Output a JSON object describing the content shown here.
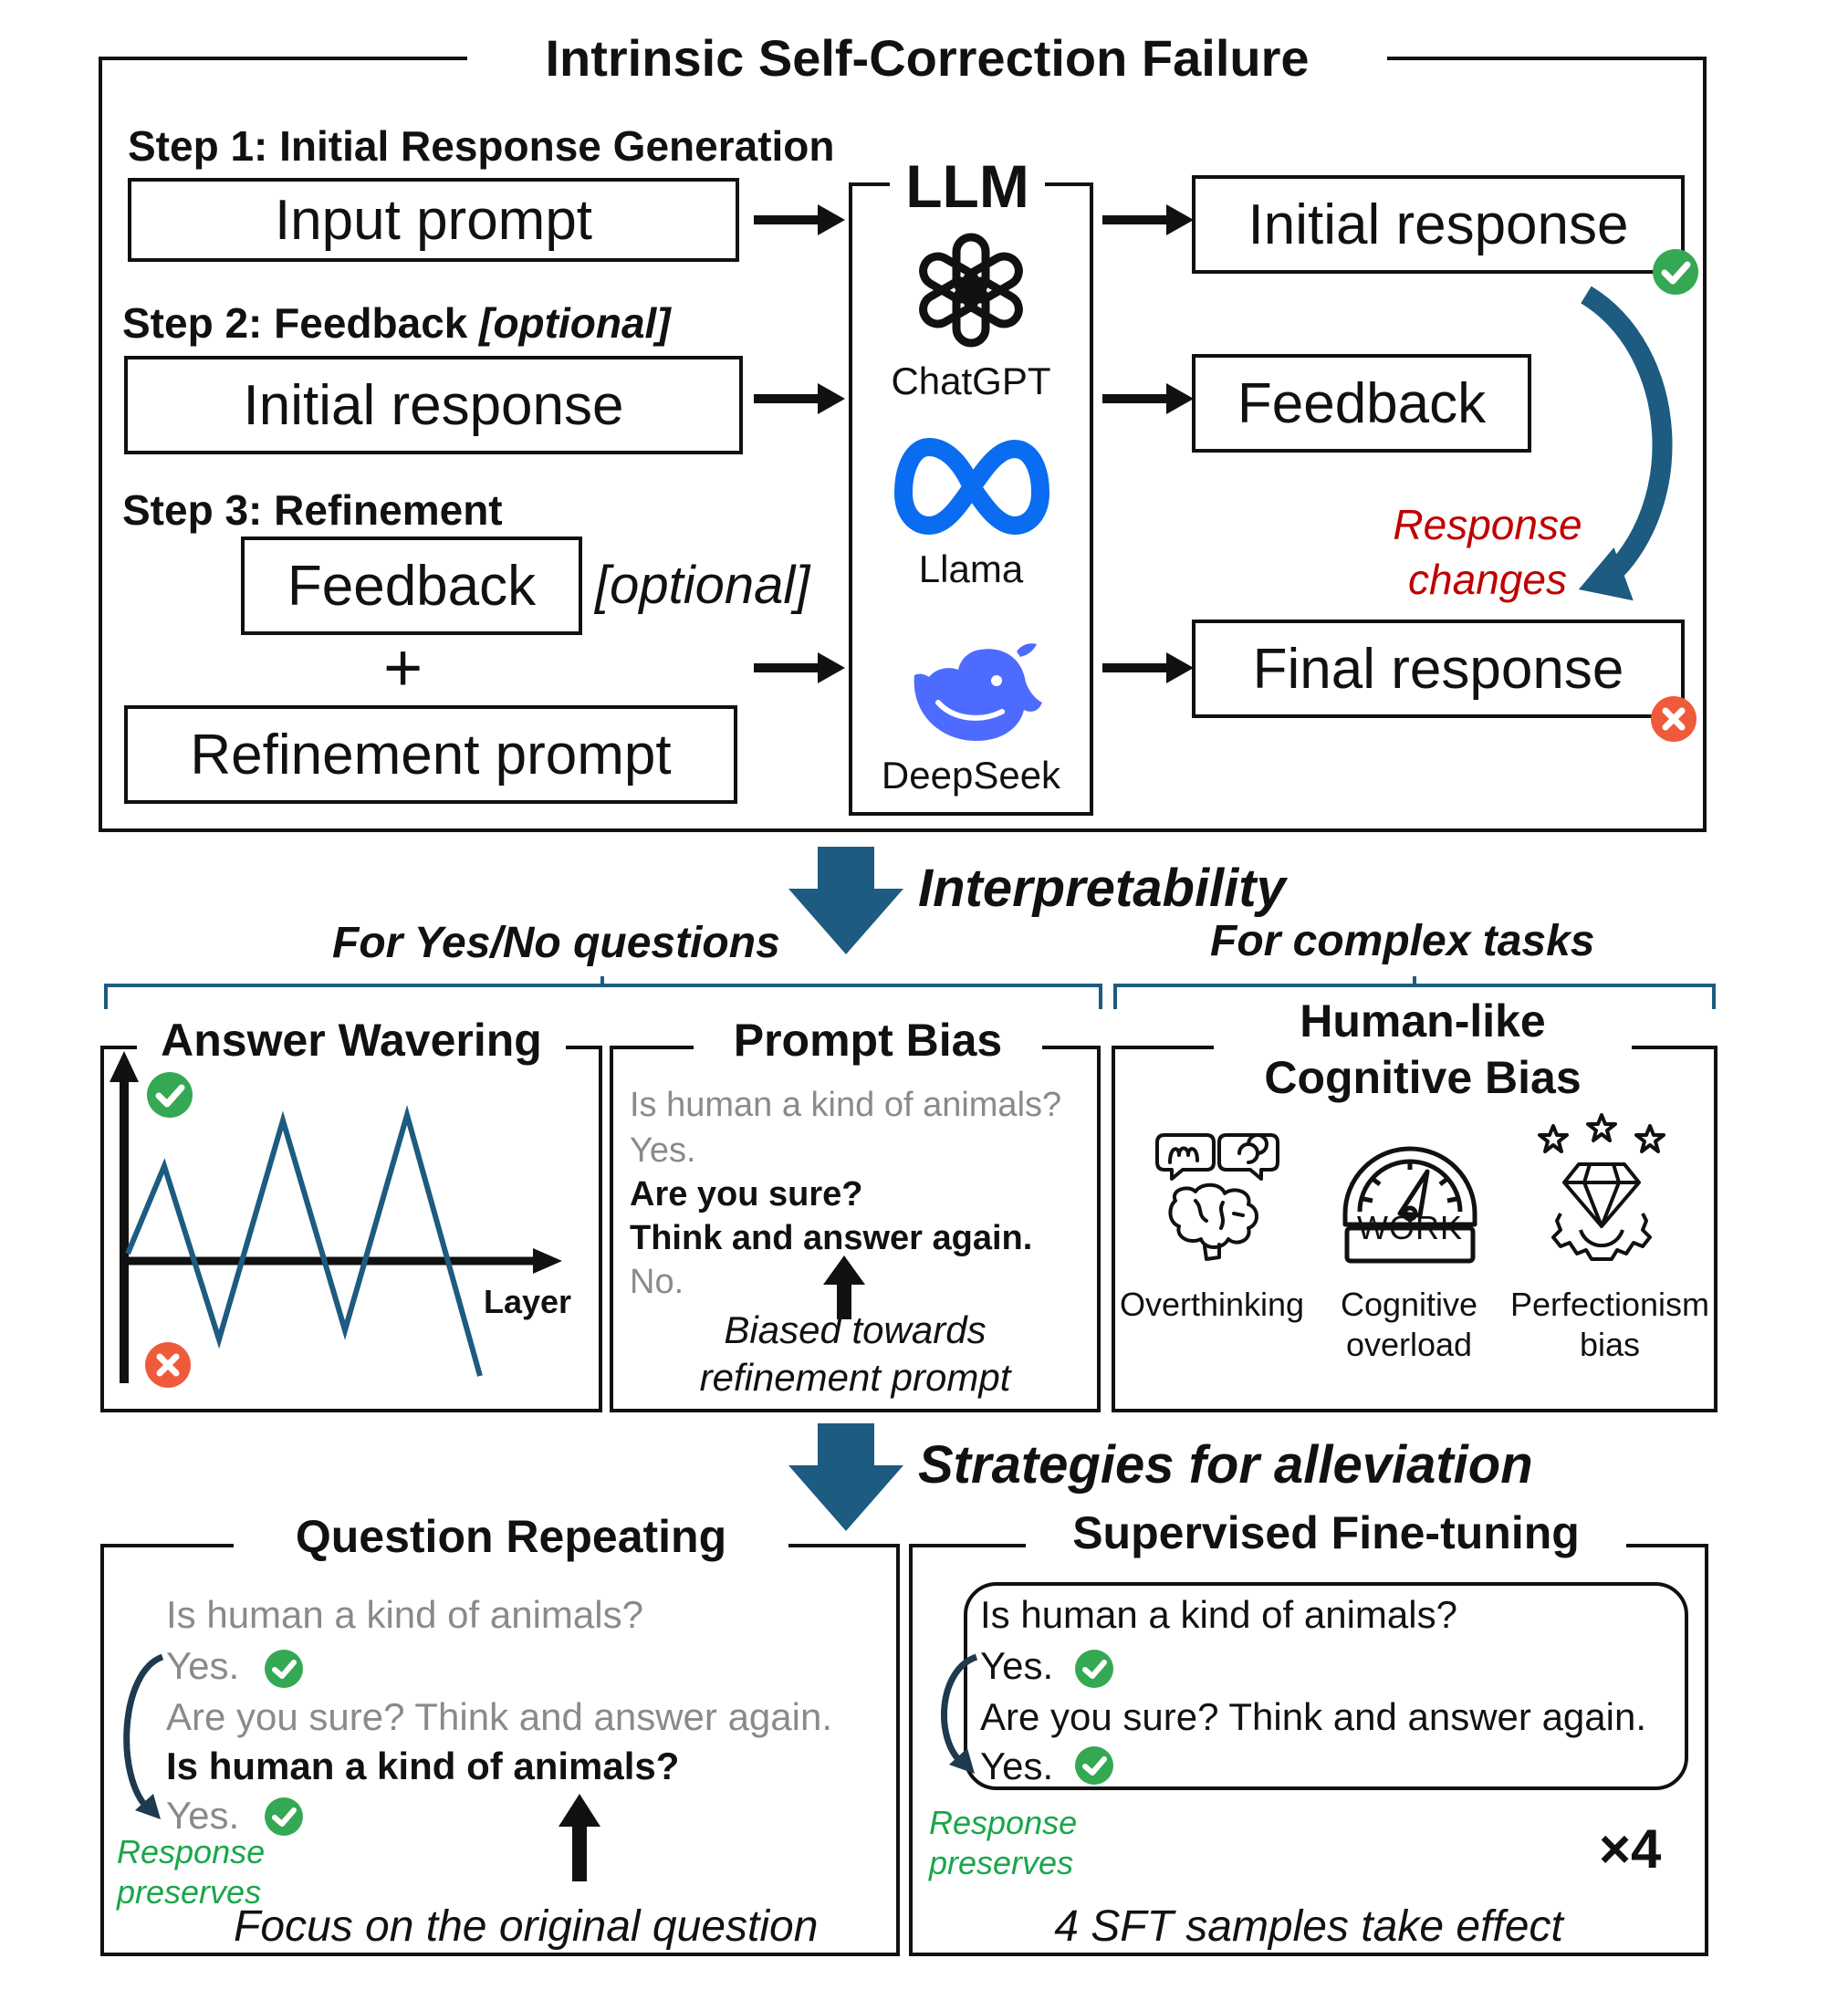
{
  "top": {
    "title": "Intrinsic Self-Correction Failure",
    "step1": "Step 1: Initial Response Generation",
    "step1_box": "Input prompt",
    "step2_prefix": "Step 2: Feedback ",
    "step2_optional": "[optional]",
    "step2_box": "Initial response",
    "step3": "Step 3: Refinement",
    "step3_feedback": "Feedback",
    "step3_optional": "[optional]",
    "step3_plus": "+",
    "step3_refine": "Refinement prompt",
    "llm_title": "LLM",
    "models": [
      "ChatGPT",
      "Llama",
      "DeepSeek"
    ],
    "out_initial": "Initial response",
    "out_feedback": "Feedback",
    "out_final": "Final response",
    "change_line1": "Response",
    "change_line2": "changes"
  },
  "interp": {
    "label": "Interpretability",
    "yesno": "For Yes/No questions",
    "complex": "For complex tasks"
  },
  "wavering": {
    "title": "Answer Wavering",
    "xlabel": "Layer"
  },
  "prompt_bias": {
    "title": "Prompt Bias",
    "q": "Is human a kind of animals?",
    "a1": "Yes.",
    "sure": "Are you sure?",
    "think": "Think and answer again.",
    "a2": "No.",
    "note1": "Biased towards",
    "note2": "refinement prompt"
  },
  "cognitive": {
    "title1": "Human-like",
    "title2": "Cognitive Bias",
    "work": "WORK",
    "items": [
      {
        "line1": "Overthinking",
        "line2": ""
      },
      {
        "line1": "Cognitive",
        "line2": "overload"
      },
      {
        "line1": "Perfectionism",
        "line2": "bias"
      }
    ]
  },
  "strategies": {
    "label": "Strategies for alleviation"
  },
  "qr": {
    "title": "Question Repeating",
    "q": "Is human a kind of animals?",
    "a1": "Yes.",
    "prompt": "Are you sure? Think and answer again.",
    "repeat": "Is human a kind of animals?",
    "a2": "Yes.",
    "preserve1": "Response",
    "preserve2": "preserves",
    "focus": "Focus on the original question"
  },
  "sft": {
    "title": "Supervised Fine-tuning",
    "q": "Is human a kind of animals?",
    "a1": "Yes.",
    "prompt": "Are you sure? Think and answer again.",
    "a2": "Yes.",
    "preserve1": "Response",
    "preserve2": "preserves",
    "times": "×4",
    "note": "4 SFT samples take effect"
  },
  "colors": {
    "arrow_blue": "#1d5b80",
    "check_green": "#34a853",
    "cross_red": "#ef5a3a",
    "meta_blue": "#0a6cf0",
    "deepseek_blue": "#4d6bfe",
    "response_red": "#c00000",
    "preserve_green": "#1aa64a"
  }
}
